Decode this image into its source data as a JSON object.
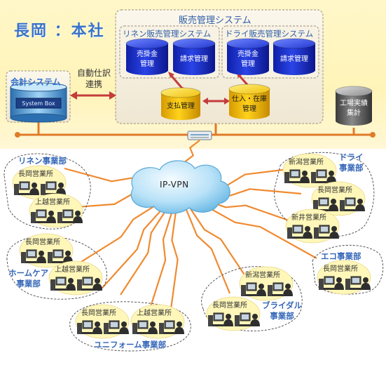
{
  "hq": {
    "title": "長岡 ：本社",
    "sales_system": "販売管理システム",
    "linen_system": "リネン販売管理システム",
    "dry_system": "ドライ販売管理システム",
    "accounting_system": "会計システム",
    "auto_link": "自動仕訳連携",
    "software_box": "System Box",
    "db": {
      "linen_ar": [
        "売掛金",
        "管理"
      ],
      "linen_billing": [
        "請求管理"
      ],
      "dry_ar": [
        "売掛金",
        "管理"
      ],
      "dry_billing": [
        "請求管理"
      ],
      "payment": [
        "支払管理"
      ],
      "purchase": [
        "仕入・在庫",
        "管理"
      ],
      "factory": [
        "工場実績",
        "集計"
      ]
    }
  },
  "network": {
    "label": "IP-VPN"
  },
  "divisions": {
    "linen": {
      "name": [
        "リネン事業部"
      ],
      "offices": [
        "長岡営業所",
        "上越営業所"
      ]
    },
    "dry": {
      "name": [
        "ドライ",
        "事業部"
      ],
      "offices": [
        "新潟営業所",
        "長岡営業所",
        "新井営業所"
      ]
    },
    "homecare": {
      "name": [
        "ホームケア",
        "事業部"
      ],
      "offices": [
        "長岡営業所",
        "上越営業所"
      ]
    },
    "eco": {
      "name": [
        "エコ事業部"
      ],
      "offices": [
        "長岡営業所"
      ]
    },
    "bridal": {
      "name": [
        "ブライダル",
        "事業部"
      ],
      "offices": [
        "新潟営業所",
        "長岡営業所"
      ]
    },
    "uniform": {
      "name": [
        "ユニフォーム事業部"
      ],
      "offices": [
        "長岡営業所",
        "上越営業所"
      ]
    }
  },
  "colors": {
    "band": "#fff4b8",
    "db_blue": "#1428c8",
    "db_gold": "#e8b400",
    "db_gray": "#555555",
    "lightning": "#f08a30",
    "arrow": "#c43c3c",
    "label_blue": "#3567b8"
  }
}
